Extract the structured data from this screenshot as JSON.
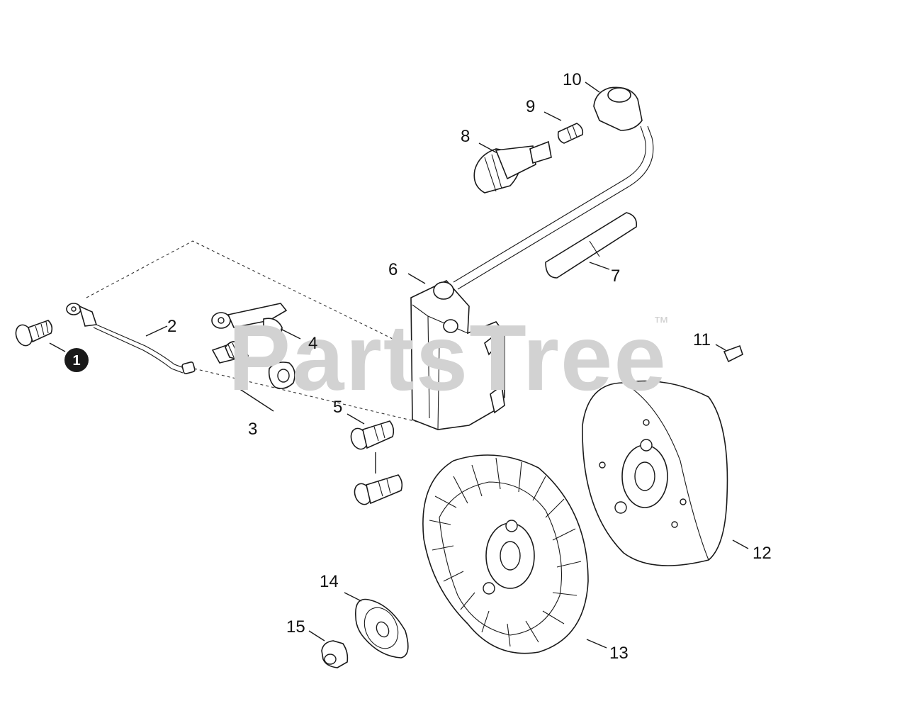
{
  "watermark": {
    "text": "PartsTree",
    "trademark": "™"
  },
  "callouts": [
    {
      "id": "1",
      "label": "1",
      "selected": true
    },
    {
      "id": "2",
      "label": "2"
    },
    {
      "id": "3",
      "label": "3"
    },
    {
      "id": "4",
      "label": "4"
    },
    {
      "id": "5",
      "label": "5"
    },
    {
      "id": "6",
      "label": "6"
    },
    {
      "id": "7",
      "label": "7"
    },
    {
      "id": "8",
      "label": "8"
    },
    {
      "id": "9",
      "label": "9"
    },
    {
      "id": "10",
      "label": "10"
    },
    {
      "id": "11",
      "label": "11"
    },
    {
      "id": "12",
      "label": "12"
    },
    {
      "id": "13",
      "label": "13"
    },
    {
      "id": "14",
      "label": "14"
    },
    {
      "id": "15",
      "label": "15"
    }
  ],
  "colors": {
    "line": "#1a1a1a",
    "watermark": "#d2d2d2",
    "selected_badge": "#111111"
  }
}
